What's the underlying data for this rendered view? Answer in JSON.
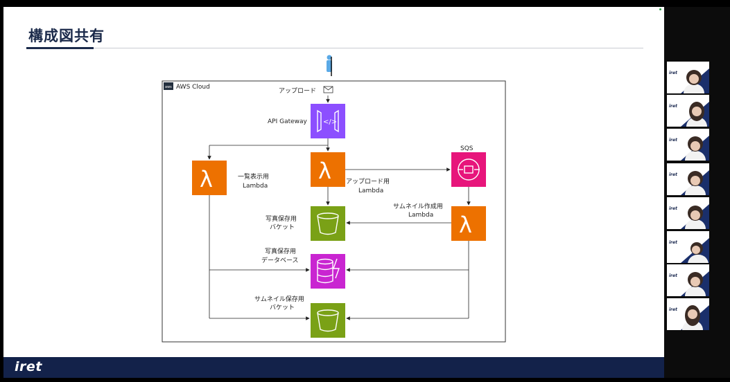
{
  "slide": {
    "title": "構成図共有",
    "footer_logo": "iret"
  },
  "diagram": {
    "group_label": "AWS Cloud",
    "aws_badge": "aws",
    "upload_label": "アップロード",
    "api_gateway_label": "API Gateway",
    "list_lambda_label": [
      "一覧表示用",
      "Lambda"
    ],
    "upload_lambda_label": [
      "アップロード用",
      "Lambda"
    ],
    "sqs_label": "SQS",
    "thumbnail_lambda_label": [
      "サムネイル作成用",
      "Lambda"
    ],
    "photo_bucket_label": [
      "写真保存用",
      "バケット"
    ],
    "photo_db_label": [
      "写真保存用",
      "データベース"
    ],
    "thumbnail_bucket_label": [
      "サムネイル保存用",
      "バケット"
    ],
    "colors": {
      "lambda": "#ed7100",
      "api_gateway": "#8c4fff",
      "sqs": "#e7157b",
      "s3": "#7aa116",
      "dynamodb": "#c925d1"
    }
  },
  "participants": {
    "tile_brand": "iret",
    "count": 8
  }
}
